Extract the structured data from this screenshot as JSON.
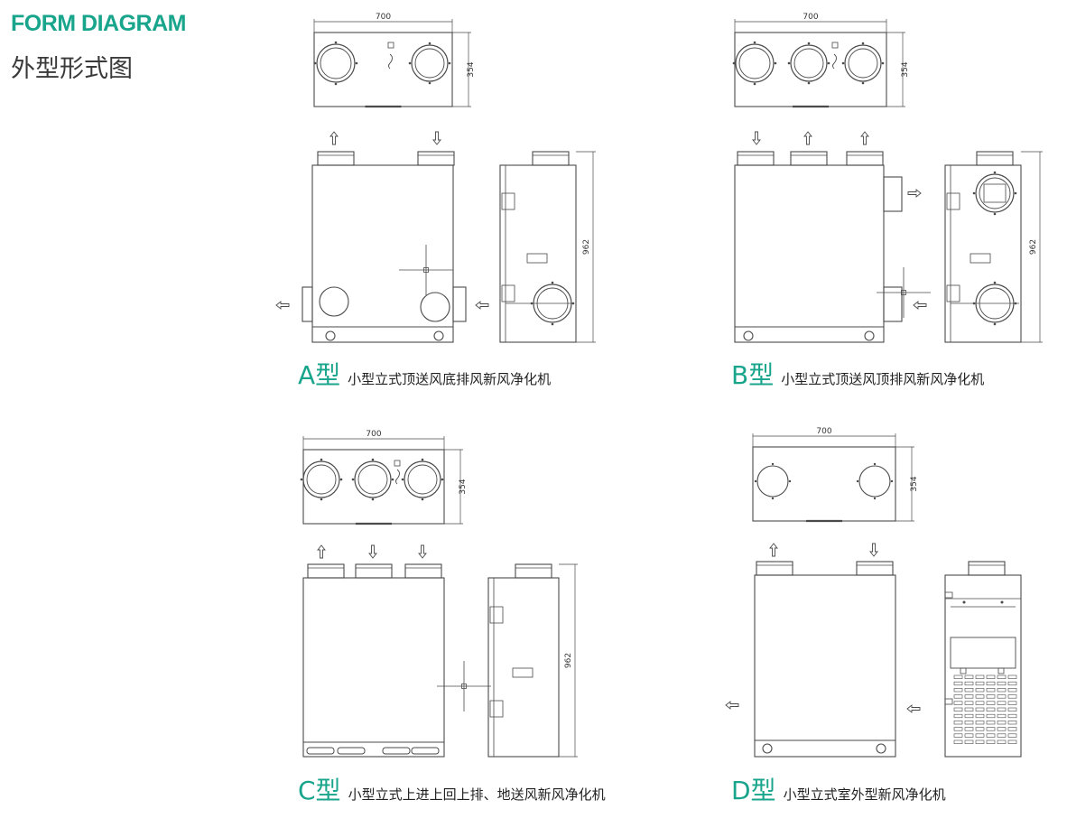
{
  "header": {
    "title_en": "FORM DIAGRAM",
    "title_cn": "外型形式图"
  },
  "dimensions": {
    "width": "700",
    "depth": "354",
    "height": "962"
  },
  "accent_color": "#19a58c",
  "line_color": "#4a4a4a",
  "types": [
    {
      "code": "A型",
      "description": "小型立式顶送风底排风新风净化机"
    },
    {
      "code": "B型",
      "description": "小型立式顶送风顶排风新风净化机"
    },
    {
      "code": "C型",
      "description": "小型立式上进上回上排、地送风新风净化机"
    },
    {
      "code": "D型",
      "description": "小型立式室外型新风净化机"
    }
  ]
}
